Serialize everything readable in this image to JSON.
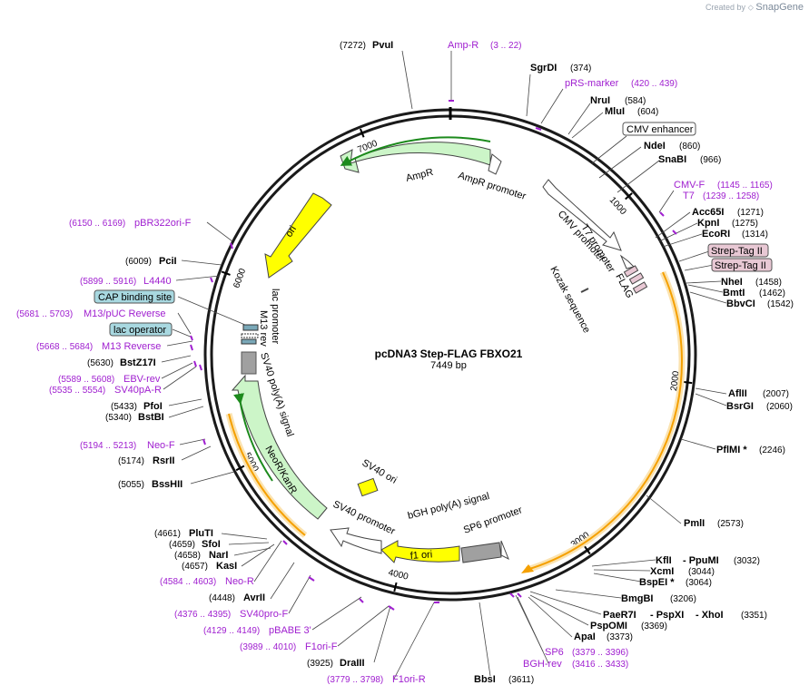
{
  "brand": {
    "created_by": "Created by",
    "name": "SnapGene"
  },
  "map": {
    "name": "pcDNA3 Step-FLAG FBXO21",
    "size": "7449 bp",
    "ticks": [
      "1000",
      "2000",
      "3000",
      "4000",
      "5000",
      "6000",
      "7000"
    ]
  },
  "features": {
    "ampr": "AmpR",
    "ampr_promoter": "AmpR promoter",
    "ori": "ori",
    "cmv_promoter": "CMV promoter",
    "t7_promoter": "T7 promoter",
    "flag": "FLAG",
    "kozak": "Kozak sequence",
    "lac_promoter": "lac promoter",
    "m13_rev": "M13 rev",
    "sv40_polya": "SV40 poly(A) signal",
    "neor": "NeoR/KanR",
    "sv40_ori": "SV40 ori",
    "sv40_promoter": "SV40 promoter",
    "f1_ori": "f1 ori",
    "bgh_polya": "bGH poly(A) signal",
    "sp6_promoter": "SP6 promoter"
  },
  "site_labels": {
    "pvui": {
      "pos": "(7272)",
      "name": "PvuI"
    },
    "sgrdi": {
      "name": "SgrDI",
      "pos": "(374)"
    },
    "nrui": {
      "name": "NruI",
      "pos": "(584)"
    },
    "mlui": {
      "name": "MluI",
      "pos": "(604)"
    },
    "ndei": {
      "name": "NdeI",
      "pos": "(860)"
    },
    "snabi": {
      "name": "SnaBI",
      "pos": "(966)"
    },
    "acc65i": {
      "name": "Acc65I",
      "pos": "(1271)"
    },
    "kpni": {
      "name": "KpnI",
      "pos": "(1275)"
    },
    "ecori": {
      "name": "EcoRI",
      "pos": "(1314)"
    },
    "nhei": {
      "name": "NheI",
      "pos": "(1458)"
    },
    "bmti": {
      "name": "BmtI",
      "pos": "(1462)"
    },
    "bbvci": {
      "name": "BbvCI",
      "pos": "(1542)"
    },
    "aflii": {
      "name": "AflII",
      "pos": "(2007)"
    },
    "bsrgi": {
      "name": "BsrGI",
      "pos": "(2060)"
    },
    "pflmi": {
      "name": "PflMI *",
      "pos": "(2246)"
    },
    "pmli": {
      "name": "PmlI",
      "pos": "(2573)"
    },
    "kfli": {
      "name": "KflI",
      "pos": ""
    },
    "ppumi": {
      "name": "- PpuMI",
      "pos": "(3032)"
    },
    "xcmi": {
      "name": "XcmI",
      "pos": "(3044)"
    },
    "bspei": {
      "name": "BspEI *",
      "pos": "(3064)"
    },
    "bmgbi": {
      "name": "BmgBI",
      "pos": "(3206)"
    },
    "paer7i": {
      "name": "PaeR7I",
      "pos": ""
    },
    "pspxi": {
      "name": "- PspXI",
      "pos": ""
    },
    "xhoi": {
      "name": "- XhoI",
      "pos": "(3351)"
    },
    "pspomi": {
      "name": "PspOMI",
      "pos": "(3369)"
    },
    "apai": {
      "name": "ApaI",
      "pos": "(3373)"
    },
    "bbsi": {
      "name": "BbsI",
      "pos": "(3611)"
    },
    "draiii": {
      "pos": "(3925)",
      "name": "DraIII"
    },
    "avrii": {
      "pos": "(4448)",
      "name": "AvrII"
    },
    "kasi": {
      "pos": "(4657)",
      "name": "KasI"
    },
    "nari": {
      "pos": "(4658)",
      "name": "NarI"
    },
    "sfoi": {
      "pos": "(4659)",
      "name": "SfoI"
    },
    "pluti": {
      "pos": "(4661)",
      "name": "PluTI"
    },
    "bsshii": {
      "pos": "(5055)",
      "name": "BssHII"
    },
    "rsrii": {
      "pos": "(5174)",
      "name": "RsrII"
    },
    "bstbi": {
      "pos": "(5340)",
      "name": "BstBI"
    },
    "pfoi": {
      "pos": "(5433)",
      "name": "PfoI"
    },
    "bstz17i": {
      "pos": "(5630)",
      "name": "BstZ17I"
    },
    "pcii": {
      "pos": "(6009)",
      "name": "PciI"
    }
  },
  "primers": {
    "ampr_r": {
      "name": "Amp-R",
      "pos": "(3 .. 22)"
    },
    "prs_marker": {
      "name": "pRS-marker",
      "pos": "(420 .. 439)"
    },
    "cmv_f": {
      "name": "CMV-F",
      "pos": "(1145 .. 1165)"
    },
    "t7": {
      "name": "T7",
      "pos": "(1239 .. 1258)"
    },
    "sp6": {
      "name": "SP6",
      "pos": "(3379 .. 3396)"
    },
    "bgh_rev": {
      "name": "BGH-rev",
      "pos": "(3416 .. 3433)"
    },
    "f1ori_r": {
      "pos": "(3779 .. 3798)",
      "name": "F1ori-R"
    },
    "f1ori_f": {
      "pos": "(3989 .. 4010)",
      "name": "F1ori-F"
    },
    "pbabe3": {
      "pos": "(4129 .. 4149)",
      "name": "pBABE 3'"
    },
    "sv40pro_f": {
      "pos": "(4376 .. 4395)",
      "name": "SV40pro-F"
    },
    "neo_r": {
      "pos": "(4584 .. 4603)",
      "name": "Neo-R"
    },
    "neo_f": {
      "pos": "(5194 .. 5213)",
      "name": "Neo-F"
    },
    "sv40pa_r": {
      "pos": "(5535 .. 5554)",
      "name": "SV40pA-R"
    },
    "ebv_rev": {
      "pos": "(5589 .. 5608)",
      "name": "EBV-rev"
    },
    "m13_reverse": {
      "pos": "(5668 .. 5684)",
      "name": "M13 Reverse"
    },
    "m13_puc_reverse": {
      "pos": "(5681 .. 5703)",
      "name": "M13/pUC Reverse"
    },
    "l4440": {
      "pos": "(5899 .. 5916)",
      "name": "L4440"
    },
    "pbr322ori_f": {
      "pos": "(6150 .. 6169)",
      "name": "pBR322ori-F"
    }
  },
  "boxed_labels": {
    "cmv_enhancer": "CMV enhancer",
    "strep_tag_1": "Strep-Tag II",
    "strep_tag_2": "Strep-Tag II",
    "cap_binding_site": "CAP binding site",
    "lac_operator": "lac operator"
  },
  "colors": {
    "backbone": "#1a1a1a",
    "ampr_fill": "#ccf5c8",
    "ori_fill": "#ffff00",
    "promoter_fill": "#ffffff",
    "primer": "#a020d0",
    "orf_orange": "#f5a000",
    "orf_halo": "#fbe3b0",
    "green_arrow": "#1c8a1c",
    "cap_box": "#a8d8e0",
    "strep_box": "#e8c8d4",
    "enhancer_box": "#ffffff",
    "polya_gray": "#a0a0a0"
  }
}
